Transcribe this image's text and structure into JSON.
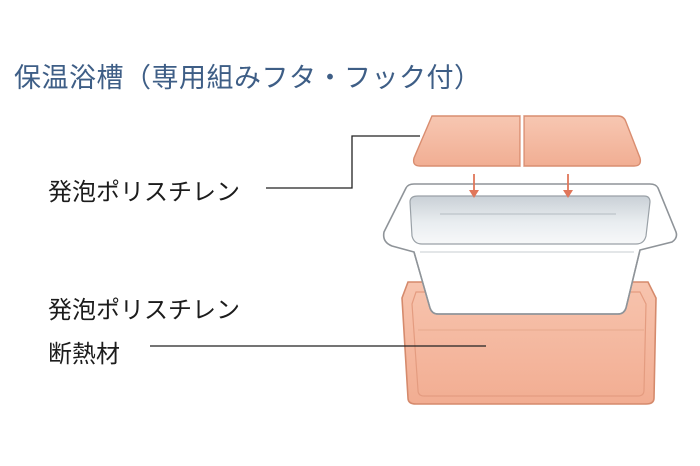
{
  "title": "保温浴槽（専用組みフタ・フック付）",
  "labels": {
    "lid_material": "発泡ポリスチレン",
    "insulation_line1": "発泡ポリスチレン",
    "insulation_line2": "断熱材"
  },
  "colors": {
    "title": "#3e5e86",
    "lid_fill": "#f4bba3",
    "lid_stroke": "#d98d70",
    "insulation_fill": "#f5b9a1",
    "insulation_stroke": "#d58a6c",
    "arrow": "#e0765a",
    "leader_line": "#222222"
  }
}
